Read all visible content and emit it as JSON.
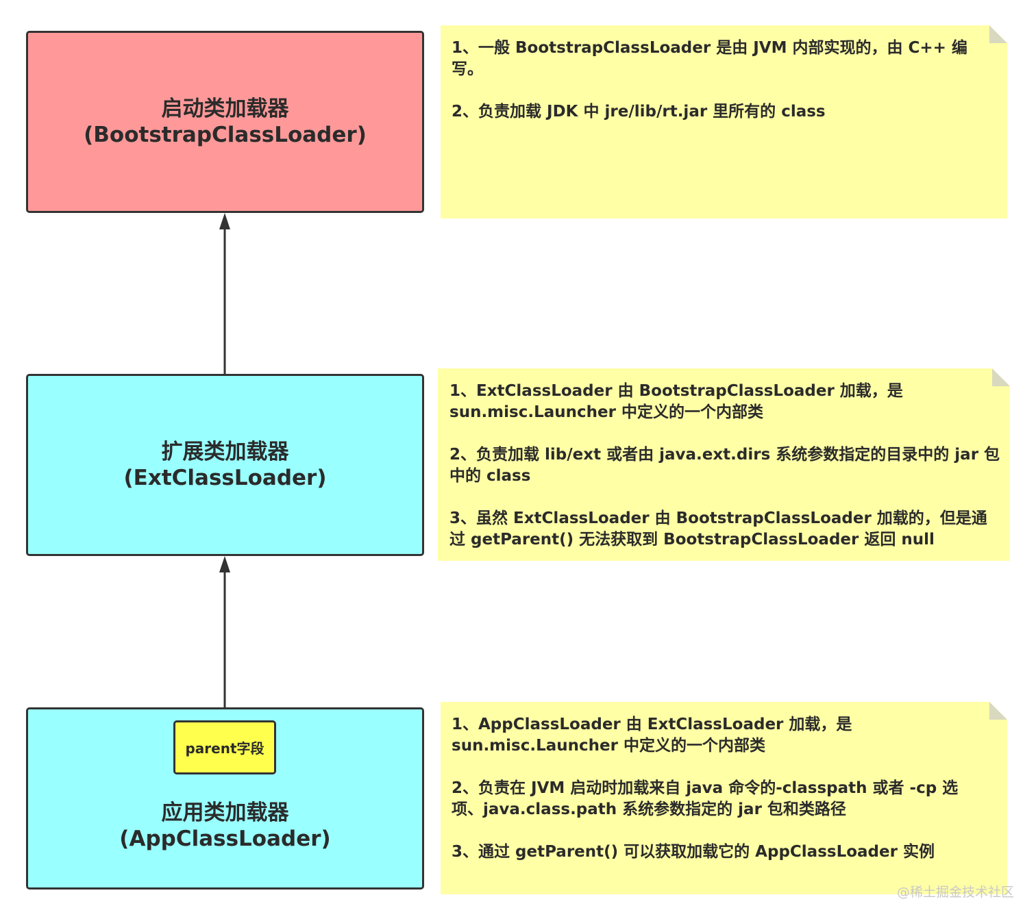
{
  "boxes": {
    "bootstrap": {
      "title": "启动类加载器",
      "subtitle": "(BootstrapClassLoader)",
      "color": "#ff9999"
    },
    "ext": {
      "title": "扩展类加载器",
      "subtitle": "(ExtClassLoader)",
      "color": "#99ffff"
    },
    "app": {
      "title": "应用类加载器",
      "subtitle": "(AppClassLoader)",
      "color": "#99ffff",
      "field_label": "parent字段"
    }
  },
  "notes": {
    "bootstrap": [
      "1、一般 BootstrapClassLoader 是由 JVM 内部实现的，由 C++ 编写。",
      "2、负责加载 JDK 中 jre/lib/rt.jar 里所有的 class"
    ],
    "ext": [
      "1、ExtClassLoader 由 BootstrapClassLoader 加载，是 sun.misc.Launcher 中定义的一个内部类",
      "2、负责加载 lib/ext 或者由 java.ext.dirs 系统参数指定的目录中的 jar 包中的 class",
      "3、虽然 ExtClassLoader 由 BootstrapClassLoader 加载的，但是通过 getParent() 无法获取到 BootstrapClassLoader 返回 null"
    ],
    "app": [
      "1、AppClassLoader 由 ExtClassLoader 加载，是 sun.misc.Launcher 中定义的一个内部类",
      "2、负责在 JVM 启动时加载来自 java 命令的-classpath 或者 -cp 选项、java.class.path 系统参数指定的 jar 包和类路径",
      "3、通过 getParent() 可以获取加载它的 AppClassLoader 实例"
    ]
  },
  "note_color": "#ffffa6",
  "watermark": "@稀土掘金技术社区"
}
